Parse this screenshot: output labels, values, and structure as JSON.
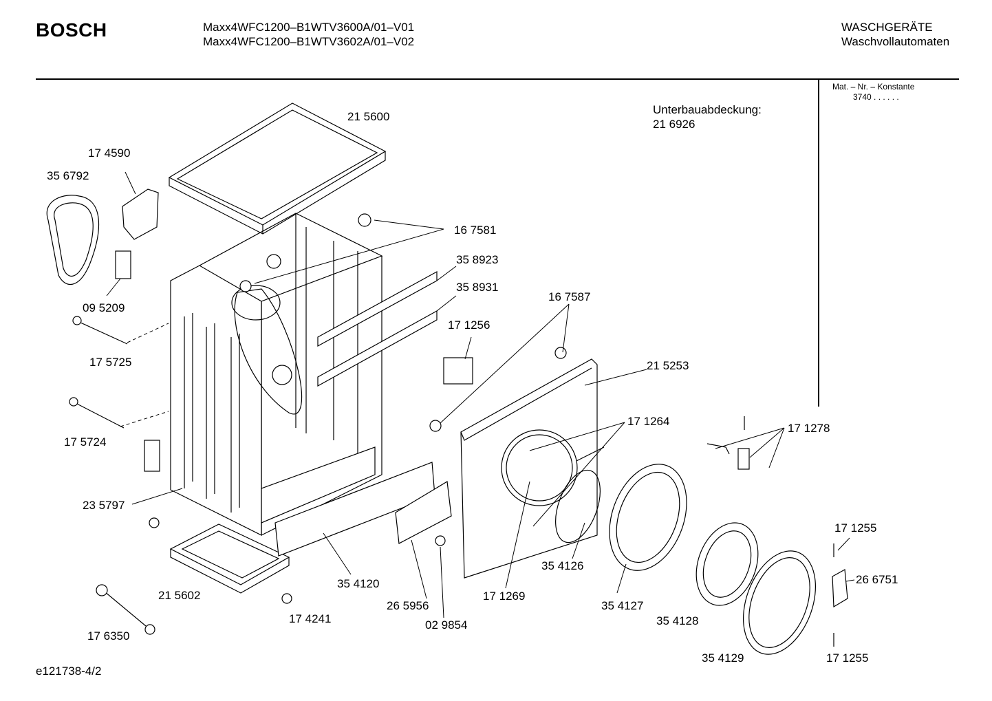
{
  "header": {
    "brand": "BOSCH",
    "models": [
      "Maxx4WFC1200–B1WTV3600A/01–V01",
      "Maxx4WFC1200–B1WTV3602A/01–V02"
    ],
    "category": "WASCHGERÄTE",
    "subcategory": "Waschvollautomaten"
  },
  "material": {
    "label": "Mat. – Nr. – Konstante",
    "value": "3740 .  .  .  .  .  ."
  },
  "note": {
    "label": "Unterbauabdeckung:",
    "part": "21 6926"
  },
  "doc_id": "e121738-4/2",
  "parts": [
    "21 5600",
    "17 4590",
    "35 6792",
    "16 7581",
    "35 8923",
    "35 8931",
    "09 5209",
    "16 7587",
    "17 1256",
    "17 5725",
    "21 5253",
    "17 1264",
    "17 1278",
    "17 5724",
    "23 5797",
    "17 1255",
    "35 4126",
    "26 6751",
    "35 4120",
    "17 1269",
    "21 5602",
    "26 5956",
    "35 4127",
    "17 4241",
    "02 9854",
    "35 4128",
    "17 6350",
    "35 4129",
    "17 1255"
  ]
}
